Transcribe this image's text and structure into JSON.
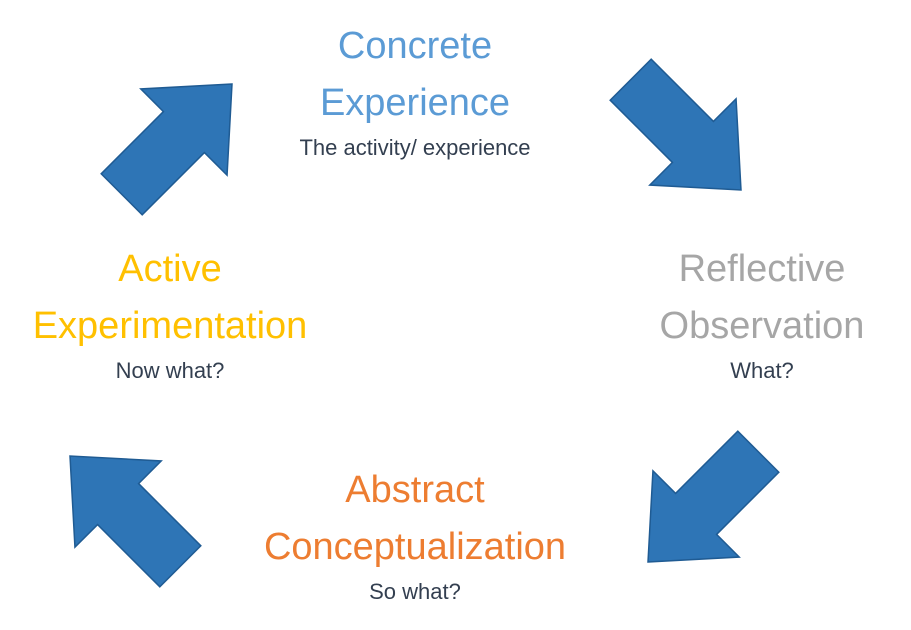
{
  "colors": {
    "arrow_fill": "#2e75b6",
    "arrow_stroke": "#1f5b93",
    "concrete_experience": "#5b9bd5",
    "reflective_observation": "#a6a6a6",
    "abstract_conceptualization": "#ed7d31",
    "active_experimentation": "#ffc000",
    "subtitle_text": "#333f50"
  },
  "cycle": {
    "concrete_experience": {
      "line1": "Concrete",
      "line2": "Experience",
      "subtitle": "The activity/ experience"
    },
    "reflective_observation": {
      "line1": "Reflective",
      "line2": "Observation",
      "subtitle": "What?"
    },
    "abstract_conceptualization": {
      "line1": "Abstract",
      "line2": "Conceptualization",
      "subtitle": "So what?"
    },
    "active_experimentation": {
      "line1": "Active",
      "line2": "Experimentation",
      "subtitle": "Now what?"
    }
  },
  "arrows": [
    {
      "name": "arrow-top-right-icon",
      "direction": "down-right",
      "from": "Concrete Experience",
      "to": "Reflective Observation"
    },
    {
      "name": "arrow-bottom-right-icon",
      "direction": "down-left",
      "from": "Reflective Observation",
      "to": "Abstract Conceptualization"
    },
    {
      "name": "arrow-bottom-left-icon",
      "direction": "up-left",
      "from": "Abstract Conceptualization",
      "to": "Active Experimentation"
    },
    {
      "name": "arrow-top-left-icon",
      "direction": "up-right",
      "from": "Active Experimentation",
      "to": "Concrete Experience"
    }
  ]
}
